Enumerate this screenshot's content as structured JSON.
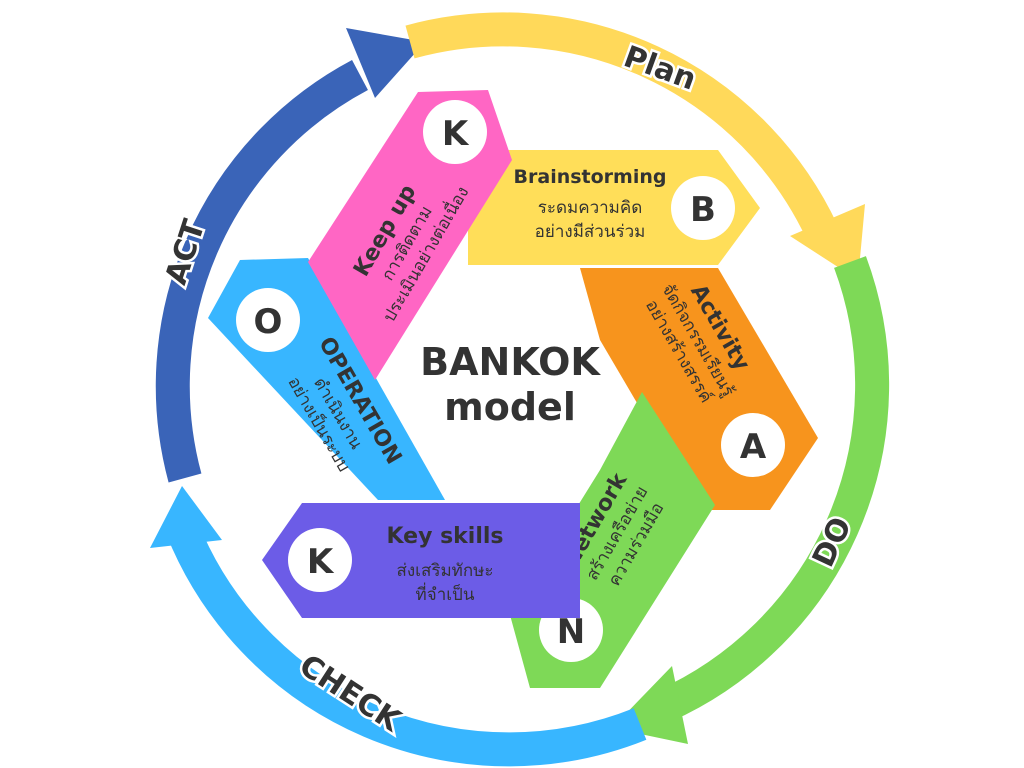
{
  "center": {
    "line1": "BANKOK",
    "line2": "model"
  },
  "cycle": {
    "plan": {
      "label": "Plan",
      "color": "#FFD95A"
    },
    "do": {
      "label": "DO",
      "color": "#7ED957"
    },
    "check": {
      "label": "CHECK",
      "color": "#38B6FF"
    },
    "act": {
      "label": "ACT",
      "color": "#3A64B8"
    }
  },
  "segments": {
    "brainstorming": {
      "letter": "B",
      "title": "Brainstorming",
      "desc1": "ระดมความคิด",
      "desc2": "อย่างมีส่วนร่วม",
      "color": "#FFDE59"
    },
    "activity": {
      "letter": "A",
      "title": "Activity",
      "desc1": "จัดกิจกรรมเรียนรู้",
      "desc2": "อย่างสร้างสรรค์",
      "color": "#F7941D"
    },
    "network": {
      "letter": "N",
      "title": "Network",
      "desc1": "สร้างเครือข่าย",
      "desc2": "ความร่วมมือ",
      "color": "#7ED957"
    },
    "keyskills": {
      "letter": "K",
      "title": "Key skills",
      "desc1": "ส่งเสริมทักษะ",
      "desc2": "ที่จำเป็น",
      "color": "#6C5CE7"
    },
    "operation": {
      "letter": "O",
      "title": "OPERATION",
      "desc1": "ดำเนินงาน",
      "desc2": "อย่างเป็นระบบ",
      "color": "#38B6FF"
    },
    "keepup": {
      "letter": "K",
      "title": "Keep up",
      "desc1": "การติดตาม",
      "desc2": "ประเมินอย่างต่อเนื่อง",
      "color": "#FF66C4"
    }
  }
}
